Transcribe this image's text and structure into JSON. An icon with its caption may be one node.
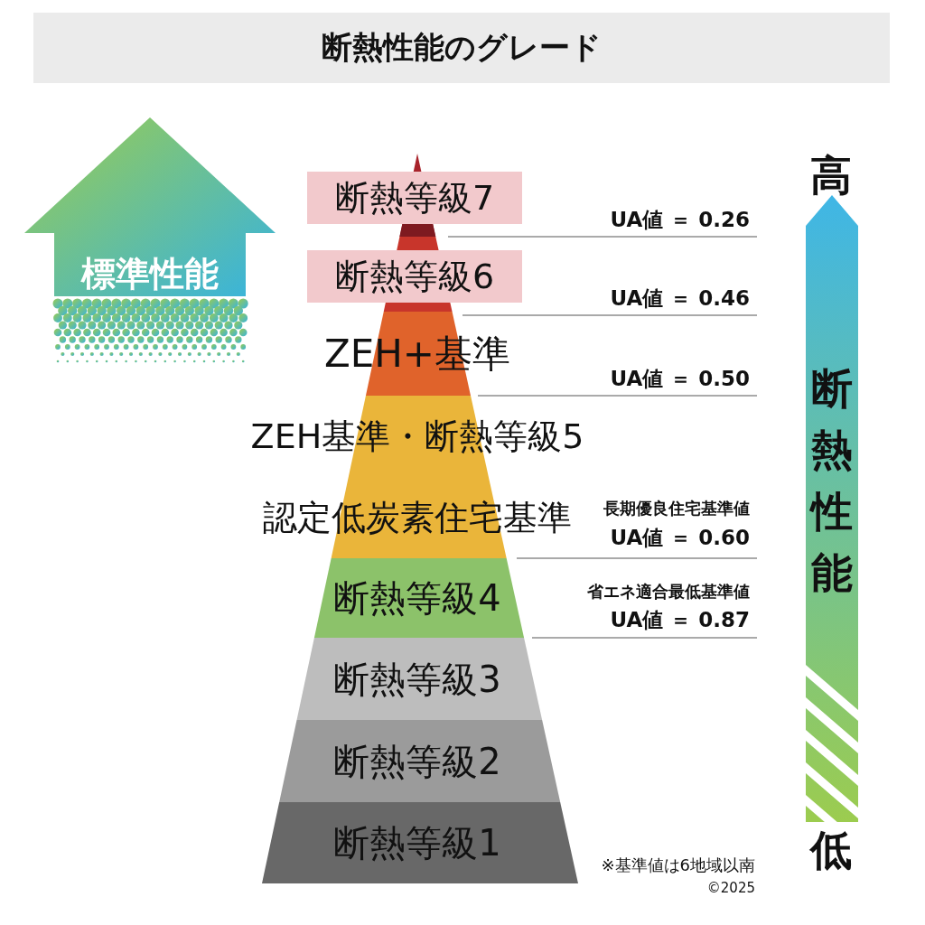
{
  "diagram": {
    "title": "断熱性能のグレード",
    "nodes": [
      {
        "text": [
          "標準性能"
        ]
      },
      {
        "text": [
          "断熱等級7"
        ]
      },
      {
        "text": [
          "断熱等級6"
        ]
      },
      {
        "text": [
          "ZEH+基準"
        ]
      },
      {
        "text": [
          "ZEH基準・断熱等級5"
        ]
      },
      {
        "text": [
          "認定低炭素住宅基準"
        ],
        "beside": [
          "長期優良住宅基準値",
          "UA値 ＝ 0.60"
        ]
      },
      {
        "text": [
          "断熱等級4"
        ],
        "beside": [
          "省エネ適合最低基準値",
          "UA値 ＝ 0.87"
        ]
      },
      {
        "text": [
          "断熱等級3"
        ]
      },
      {
        "text": [
          "断熱等級2"
        ]
      },
      {
        "text": [
          "断熱等級1"
        ]
      },
      {
        "text": [
          "断熱性能"
        ],
        "beside": [
          "高",
          "低"
        ]
      }
    ],
    "labels": [
      "UA値 ＝ 0.26",
      "UA値 ＝ 0.46",
      "UA値 ＝ 0.50",
      "※基準値は6地域以南",
      "©2025"
    ]
  }
}
